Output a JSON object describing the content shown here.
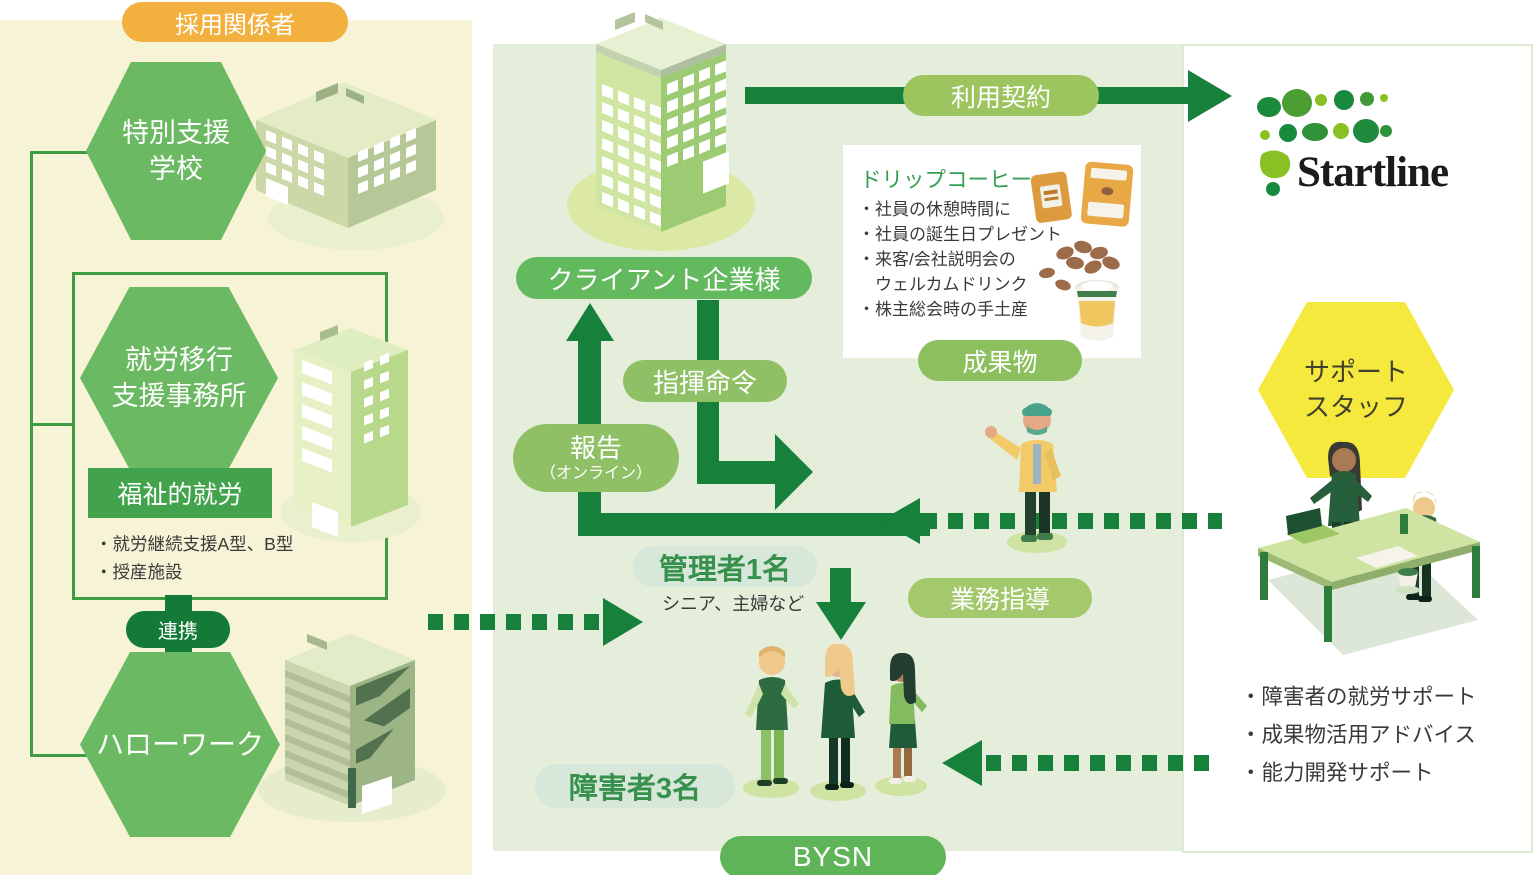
{
  "colors": {
    "left_panel_bg": "#f6f3d6",
    "center_panel_bg": "#e4eedb",
    "right_panel_border": "#dcead2",
    "orange_badge": "#f2b13e",
    "hexagon_green": "#6cb963",
    "welfare_green": "#43a34c",
    "dark_green_arrow": "#17803a",
    "bracket_green": "#3f9b44",
    "mid_pill_green": "#8fc066",
    "client_pill_green": "#63b95d",
    "bysn_pill_green": "#5eb457",
    "mint_pill_bg": "#d7e7da",
    "mint_pill_text": "#37914d",
    "support_hex_yellow": "#f6e93e",
    "coffee_title_green": "#35a053",
    "text_dark": "#3a3a3a"
  },
  "left_panel": {
    "badge": "採用関係者",
    "school_hex": {
      "line1": "特別支援",
      "line2": "学校"
    },
    "transition_hex": {
      "line1": "就労移行",
      "line2": "支援事務所"
    },
    "welfare_label": "福祉的就労",
    "welfare_bullets": [
      "・就労継続支援A型、B型",
      "・授産施設"
    ],
    "link_badge": "連携",
    "hellowork_hex": "ハローワーク"
  },
  "center_panel": {
    "client_label": "クライアント企業様",
    "contract_label": "利用契約",
    "coffee": {
      "title": "ドリップコーヒー",
      "bullets": [
        "・社員の休憩時間に",
        "・社員の誕生日プレゼント",
        "・来客/会社説明会の",
        "　ウェルカムドリンク",
        "・株主総会時の手土産"
      ]
    },
    "deliverable_label": "成果物",
    "command_label": "指揮命令",
    "report_line1": "報告",
    "report_line2": "（オンライン）",
    "manager_label": "管理者1名",
    "manager_note": "シニア、主婦など",
    "guidance_label": "業務指導",
    "workers_label": "障害者3名",
    "bysn_label": "BYSN"
  },
  "right_panel": {
    "company_name": "Startline",
    "support_hex": {
      "line1": "サポート",
      "line2": "スタッフ"
    },
    "bullets": [
      "・障害者の就労サポート",
      "・成果物活用アドバイス",
      "・能力開発サポート"
    ]
  }
}
